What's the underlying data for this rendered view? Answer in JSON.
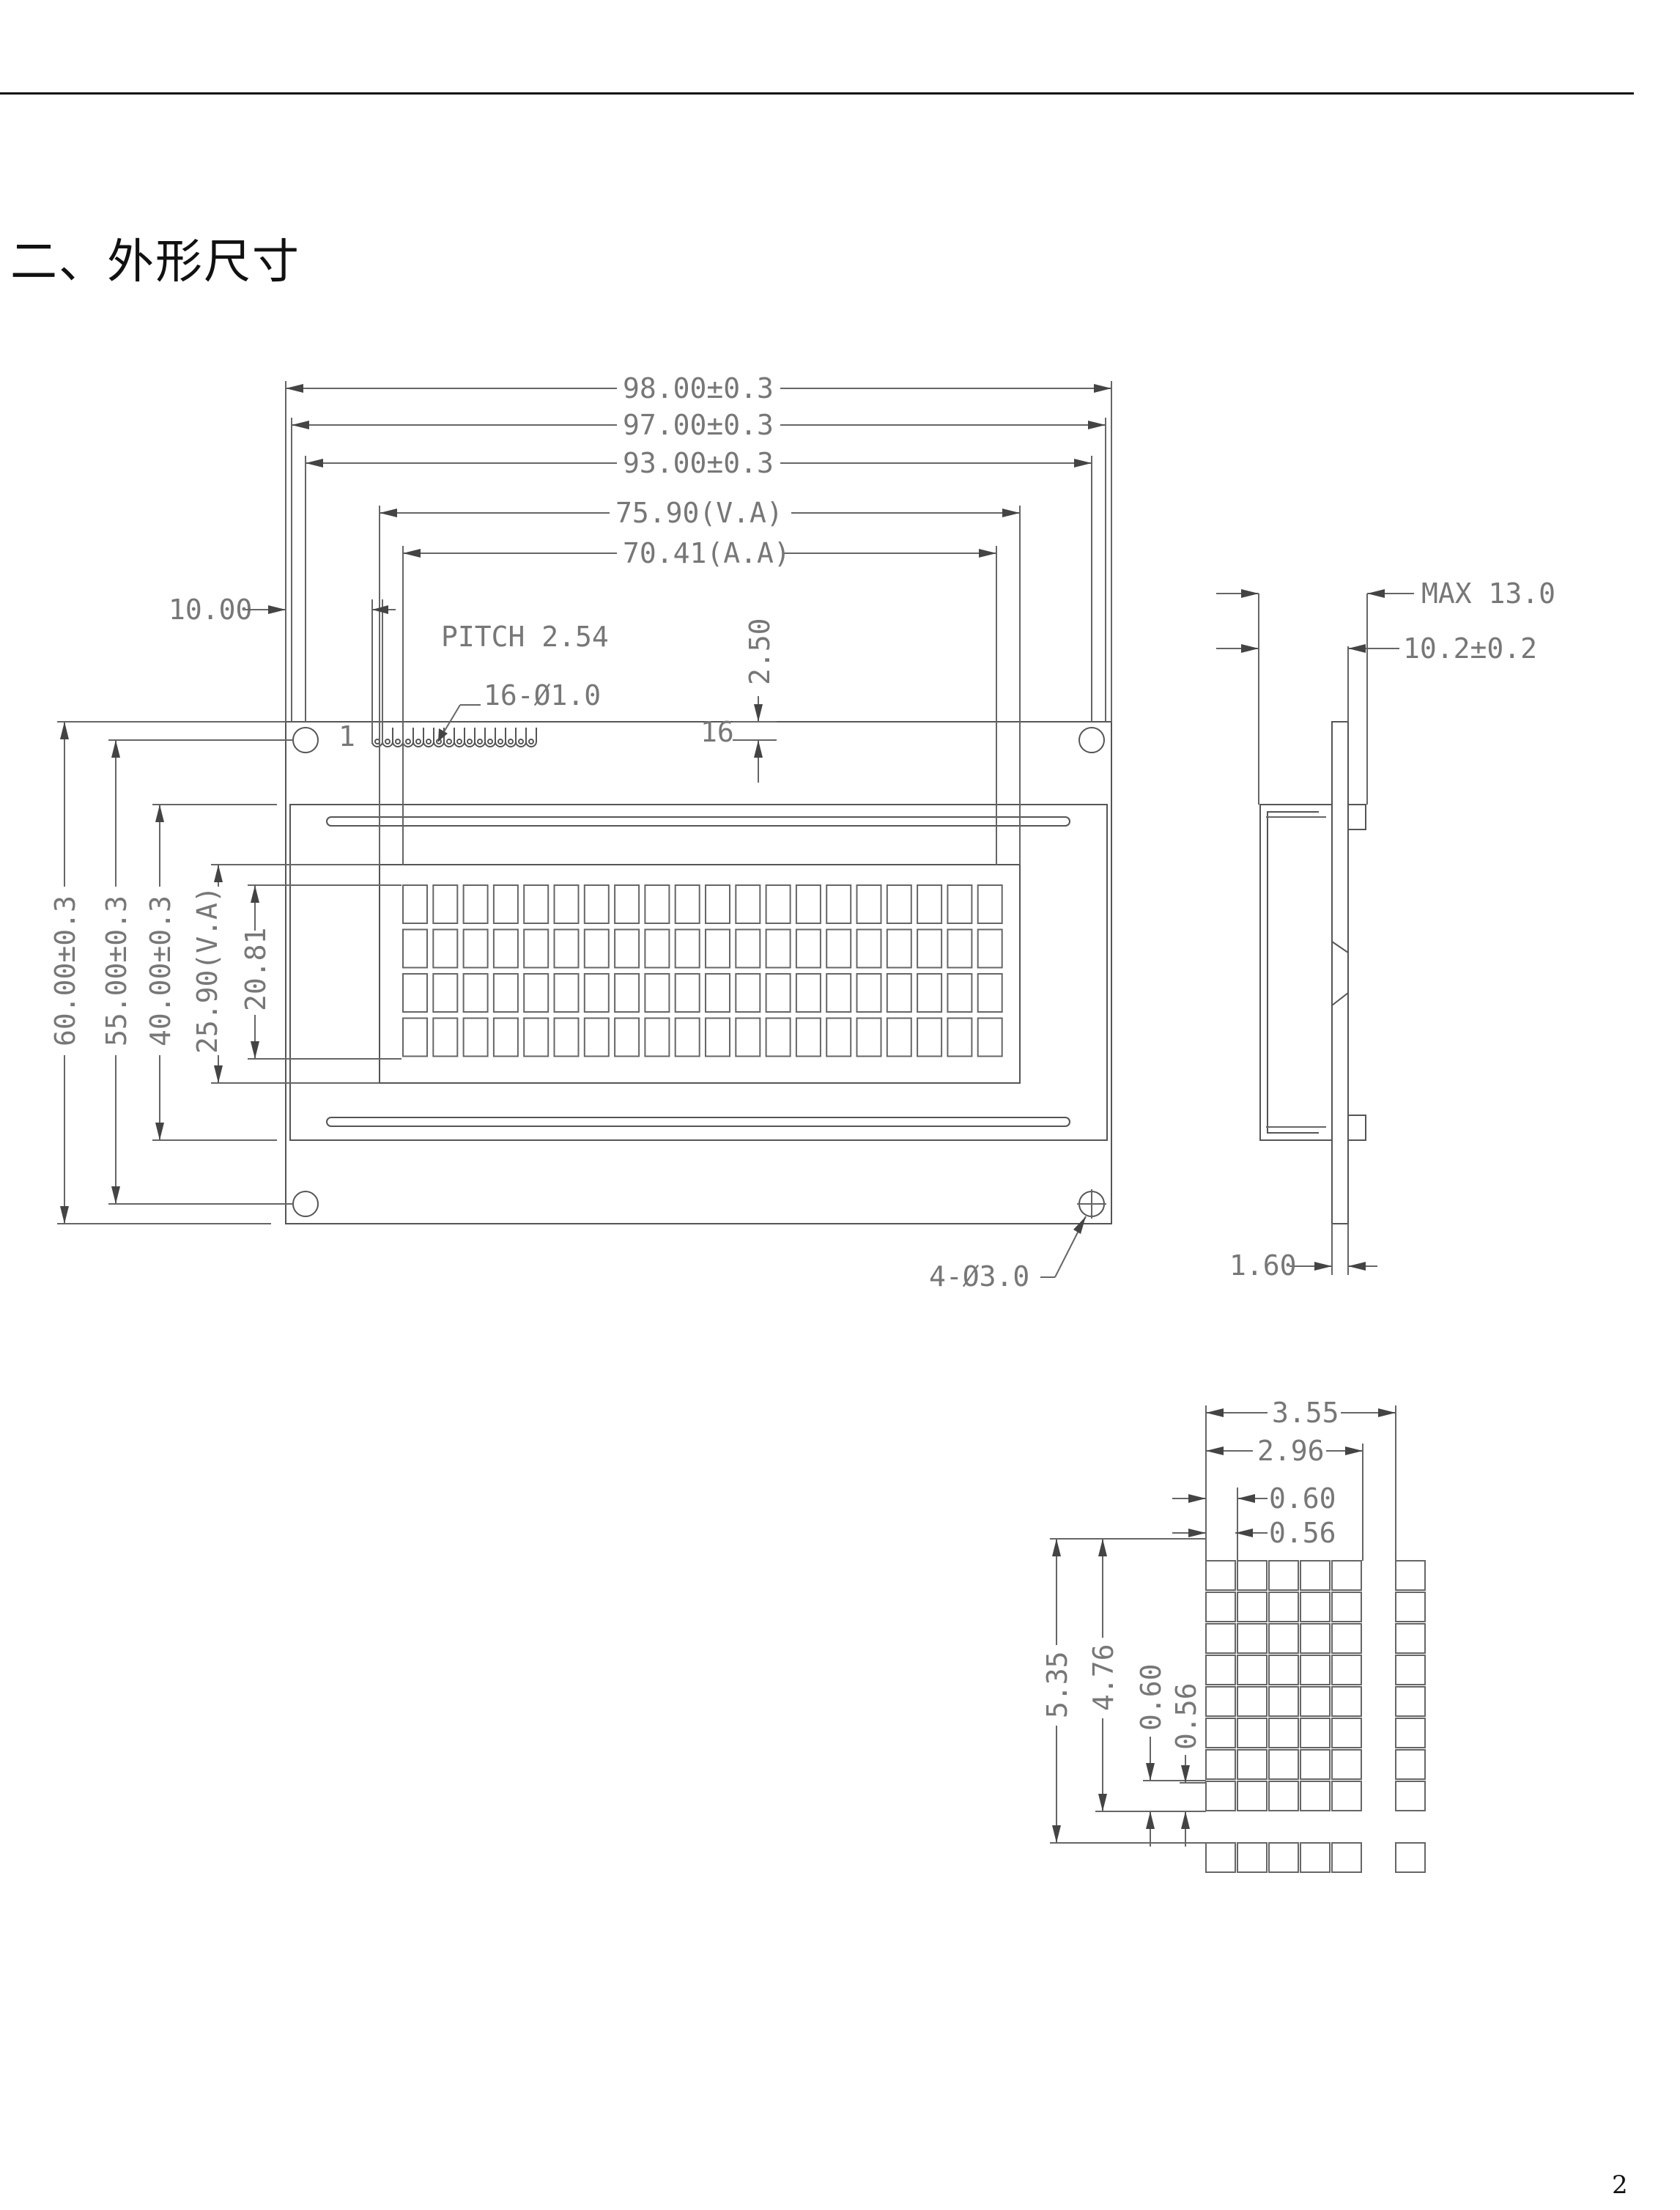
{
  "header": {
    "section_title": "二、外形尺寸"
  },
  "page": {
    "number": "2"
  },
  "diagram": {
    "front_view": {
      "width_dims": [
        "98.00±0.3",
        "97.00±0.3",
        "93.00±0.3",
        "75.90(V.A)",
        "70.41(A.A)"
      ],
      "left_offset": "10.00",
      "pitch_label": "PITCH 2.54",
      "pin_vertical": "2.50",
      "pin_count_label": "16-Ø1.0",
      "pin_first": "1",
      "pin_last": "16",
      "height_dims": [
        "60.00±0.3",
        "55.00±0.3",
        "40.00±0.3",
        "25.90(V.A)",
        "20.81"
      ],
      "mount_holes": "4-Ø3.0",
      "char_rows": 4,
      "char_cols": 20
    },
    "side_view": {
      "max_thickness": "MAX 13.0",
      "thickness": "10.2±0.2",
      "pcb_thickness": "1.60"
    },
    "char_detail": {
      "char_width": "3.55",
      "dot_area_width": "2.96",
      "dot_pitch_x": "0.60",
      "dot_size_x": "0.56",
      "char_height": "5.35",
      "dot_area_height": "4.76",
      "dot_pitch_y": "0.60",
      "dot_size_y": "0.56"
    }
  }
}
